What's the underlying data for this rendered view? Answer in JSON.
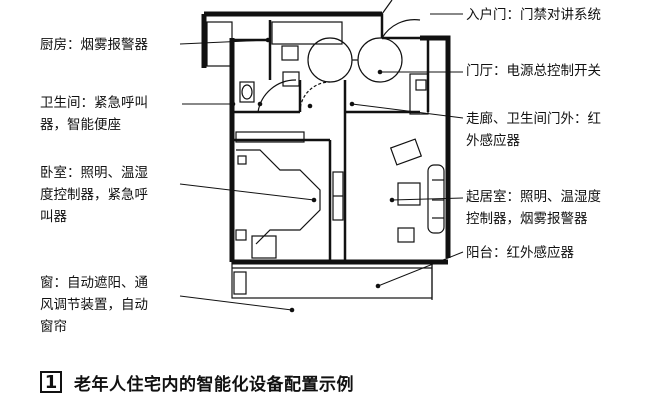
{
  "left_labels": {
    "kitchen": "厨房：烟雾报警器",
    "bathroom": "卫生间：紧急呼叫\n器，智能便座",
    "bedroom": "卧室：照明、温湿\n度控制器，紧急呼\n叫器",
    "window": "窗：自动遮阳、通\n风调节装置，自动\n窗帘"
  },
  "right_labels": {
    "entry_door": "入户门：门禁对讲系统",
    "foyer": "门厅：电源总控制开关",
    "corridor": "走廊、卫生间门外：红\n外感应器",
    "living_room": "起居室：照明、温湿度\n控制器，烟雾报警器",
    "balcony": "阳台：红外感应器"
  },
  "caption": {
    "number": "1",
    "title": "老年人住宅内的智能化设备配置示例"
  }
}
